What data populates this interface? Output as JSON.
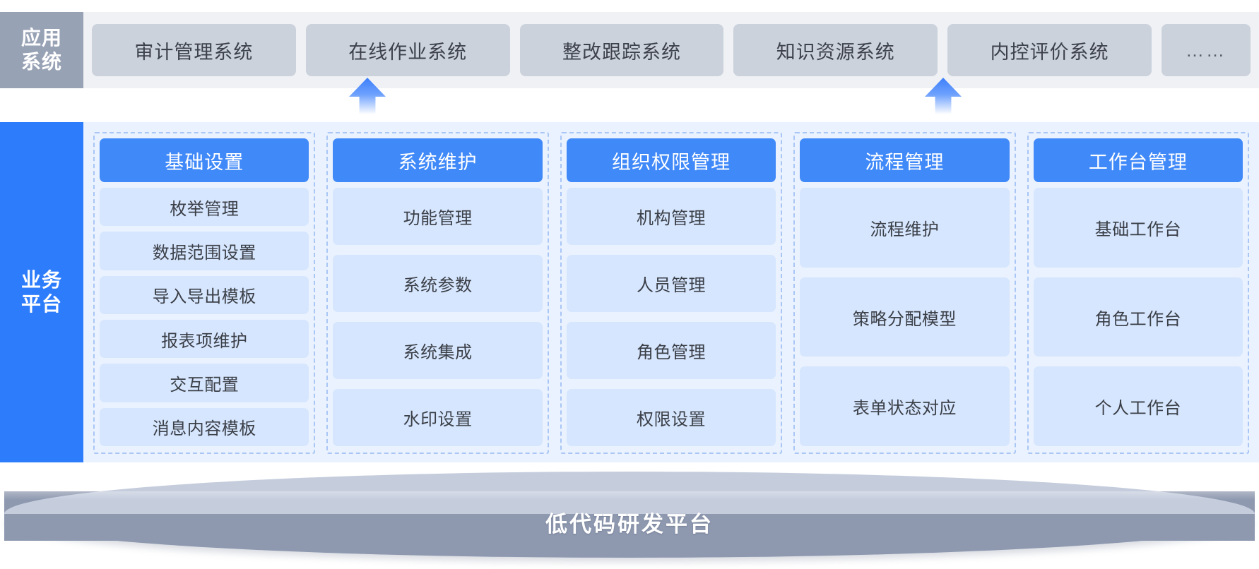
{
  "application_layer": {
    "side_label_lines": [
      "应用",
      "系统"
    ],
    "systems": [
      {
        "label": "审计管理系统"
      },
      {
        "label": "在线作业系统"
      },
      {
        "label": "整改跟踪系统"
      },
      {
        "label": "知识资源系统"
      },
      {
        "label": "内控评价系统"
      },
      {
        "label": "……"
      }
    ]
  },
  "connectors": [
    {
      "name": "arrow-up-online-operation",
      "icon": "arrow-up-icon"
    },
    {
      "name": "arrow-up-internal-control",
      "icon": "arrow-up-icon"
    }
  ],
  "business_platform": {
    "side_label_lines": [
      "业务",
      "平台"
    ],
    "columns": [
      {
        "title": "基础设置",
        "items": [
          "枚举管理",
          "数据范围设置",
          "导入导出模板",
          "报表项维护",
          "交互配置",
          "消息内容模板"
        ]
      },
      {
        "title": "系统维护",
        "items": [
          "功能管理",
          "系统参数",
          "系统集成",
          "水印设置"
        ]
      },
      {
        "title": "组织权限管理",
        "items": [
          "机构管理",
          "人员管理",
          "角色管理",
          "权限设置"
        ]
      },
      {
        "title": "流程管理",
        "items": [
          "流程维护",
          "策略分配模型",
          "表单状态对应"
        ]
      },
      {
        "title": "工作台管理",
        "items": [
          "基础工作台",
          "角色工作台",
          "个人工作台"
        ]
      }
    ]
  },
  "foundation": {
    "label": "低代码研发平台"
  },
  "colors": {
    "app_side": "#98a2b5",
    "app_band": "#eff1f5",
    "app_chip": "#ccd2dc",
    "biz_side": "#2d7cfb",
    "biz_band": "#eaf2ff",
    "col_head": "#4089f9",
    "col_item": "#d6e6fe",
    "col_border": "#a9c6f5",
    "platform_top": "#c5cddd",
    "platform_body": "#8e99b0"
  }
}
